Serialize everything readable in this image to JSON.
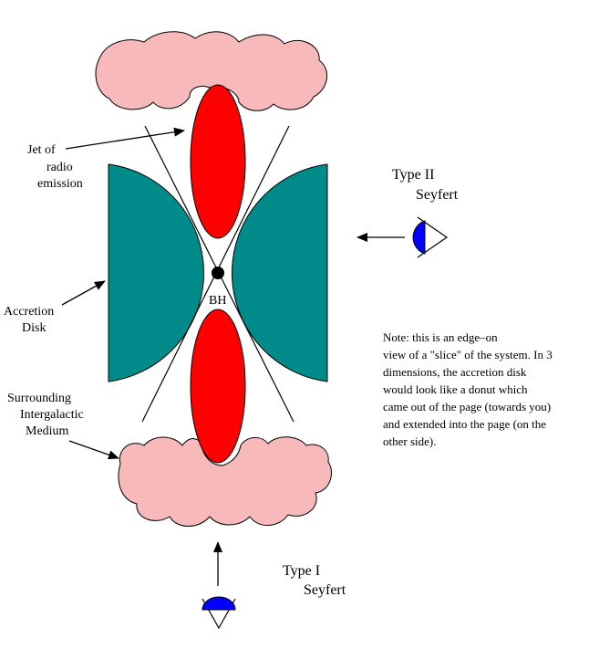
{
  "labels": {
    "jet_line1": "Jet of",
    "jet_line2": "radio",
    "jet_line3": "emission",
    "accretion_line1": "Accretion",
    "accretion_line2": "Disk",
    "medium_line1": "Surrounding",
    "medium_line2": "Intergalactic",
    "medium_line3": "Medium",
    "black_hole": "BH",
    "type2_line1": "Type II",
    "type2_line2": "Seyfert",
    "type1_line1": "Type I",
    "type1_line2": "Seyfert"
  },
  "note": {
    "line1": "Note:  this is an edge–on",
    "line2": "view of a \"slice\" of  the system.  In 3",
    "line3": "dimensions, the accretion disk",
    "line4": "would look like a donut which",
    "line5": "came out of the page (towards you)",
    "line6": "and extended into the page (on the",
    "line7": "other side)."
  },
  "colors": {
    "cloud_fill": "#f7b9b9",
    "jet_fill": "#ff0000",
    "disk_fill": "#008b8b",
    "eye_fill": "#0000ff",
    "outline": "#000000"
  },
  "icons": {
    "observer_right": "eye-icon",
    "observer_bottom": "eye-icon"
  }
}
